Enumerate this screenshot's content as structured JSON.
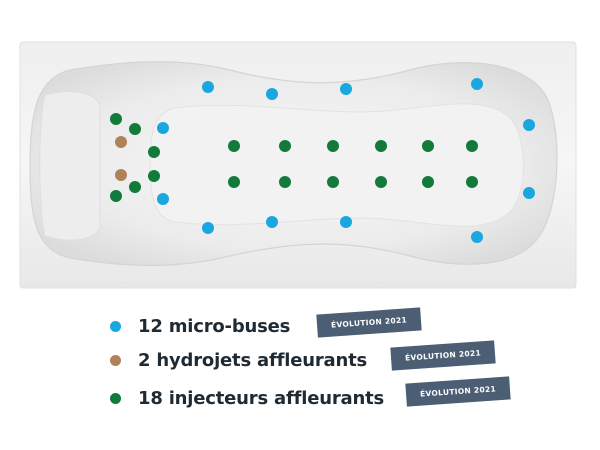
{
  "colors": {
    "micro_buses": "#1aa7e0",
    "hydrojets": "#b0825a",
    "injecteurs": "#127a3a",
    "badge_bg": "#4c5e74",
    "text": "#1f2a33"
  },
  "icons": {
    "dot": "filled-circle",
    "tub": "bathtub-top-view"
  },
  "legend": {
    "items": [
      {
        "label": "12 micro-buses",
        "badge": "ÉVOLUTION 2021",
        "color_key": "micro_buses"
      },
      {
        "label": "2 hydrojets affleurants",
        "badge": "ÉVOLUTION 2021",
        "color_key": "hydrojets"
      },
      {
        "label": "18 injecteurs affleurants",
        "badge": "ÉVOLUTION 2021",
        "color_key": "injecteurs"
      }
    ]
  },
  "counts": {
    "micro_buses": 12,
    "hydrojets": 2,
    "injecteurs": 18
  }
}
